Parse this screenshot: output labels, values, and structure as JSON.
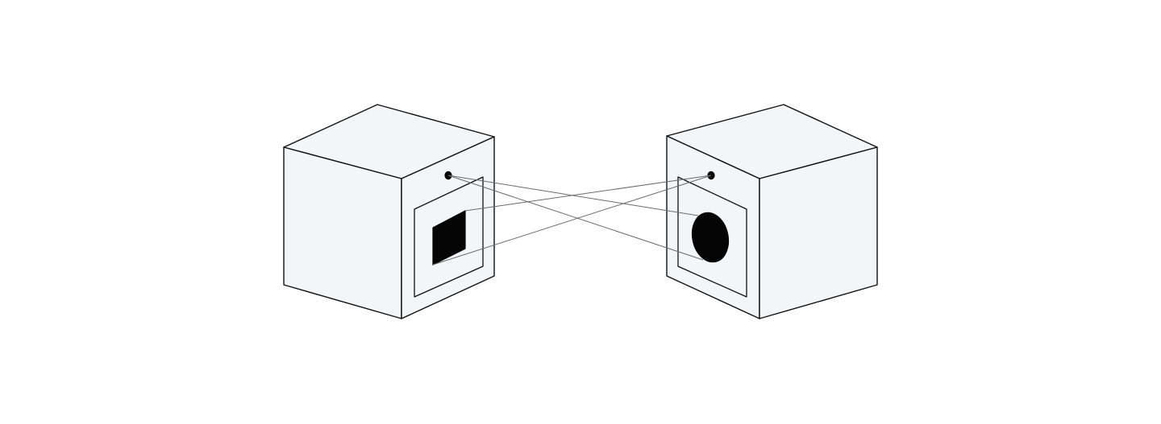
{
  "colors": {
    "background": "#ffffff",
    "box_face": "#f4f5f7",
    "panel": "#f4f5f7",
    "outline": "#111111",
    "ray": "#6b6b6b",
    "shape_fill": "#050505"
  },
  "boxes": [
    {
      "id": "left-box",
      "aperture": "pinhole",
      "screen_shape": "square"
    },
    {
      "id": "right-box",
      "aperture": "pinhole",
      "screen_shape": "circle"
    }
  ],
  "rays": {
    "count": 4,
    "style": "crossing"
  }
}
